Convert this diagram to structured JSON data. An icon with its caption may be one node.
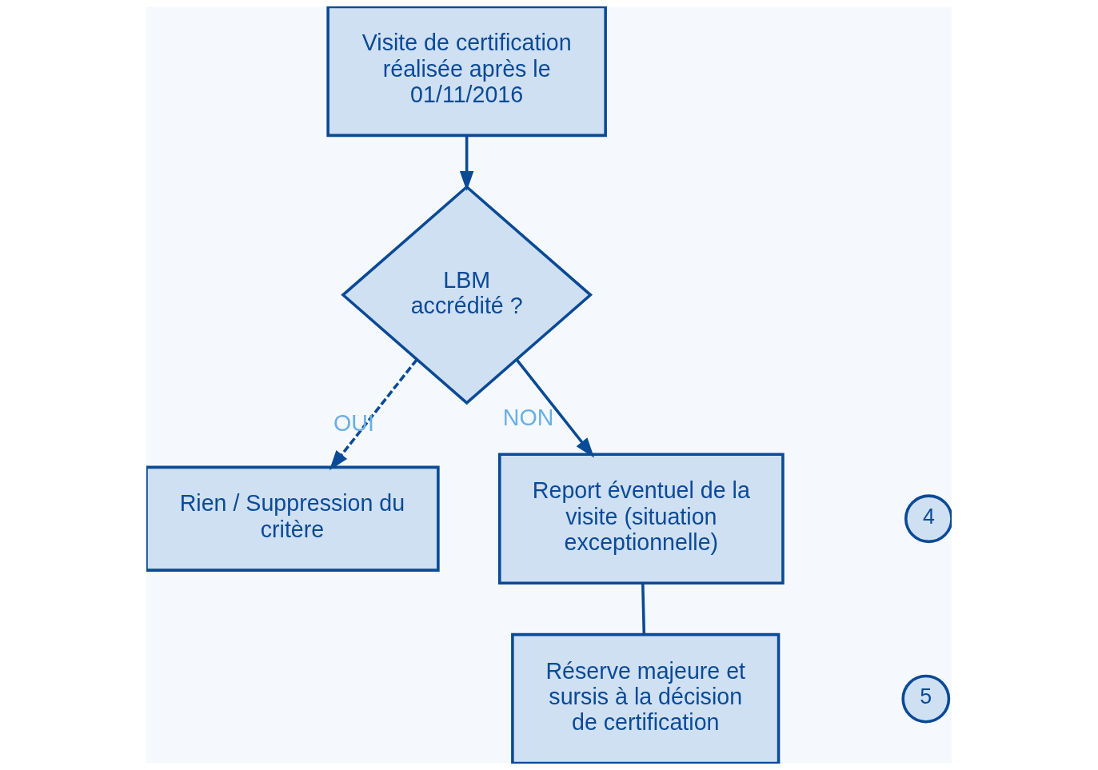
{
  "diagram": {
    "nodes": [
      {
        "text": [
          "Visite de certification réalisée après le 01/11/2016"
        ]
      },
      {
        "text": [
          "LBM accrédité ?"
        ]
      },
      {
        "text": [
          "Rien / Suppression du critère"
        ]
      },
      {
        "text": [
          "Report éventuel de la visite (situation exceptionnelle)"
        ]
      },
      {
        "text": [
          "Réserve majeure et sursis à la décision de certification"
        ]
      },
      {
        "text": [
          "4"
        ]
      },
      {
        "text": [
          "5"
        ]
      }
    ],
    "edges": [
      {
        "from": 0,
        "to": 1,
        "arrow": "to"
      },
      {
        "from": 1,
        "to": 2,
        "arrow": "to",
        "label": "OUI",
        "style": "dashed"
      },
      {
        "from": 1,
        "to": 3,
        "arrow": "to",
        "label": "NON"
      },
      {
        "from": 3,
        "to": 4,
        "arrow": "none"
      }
    ]
  }
}
